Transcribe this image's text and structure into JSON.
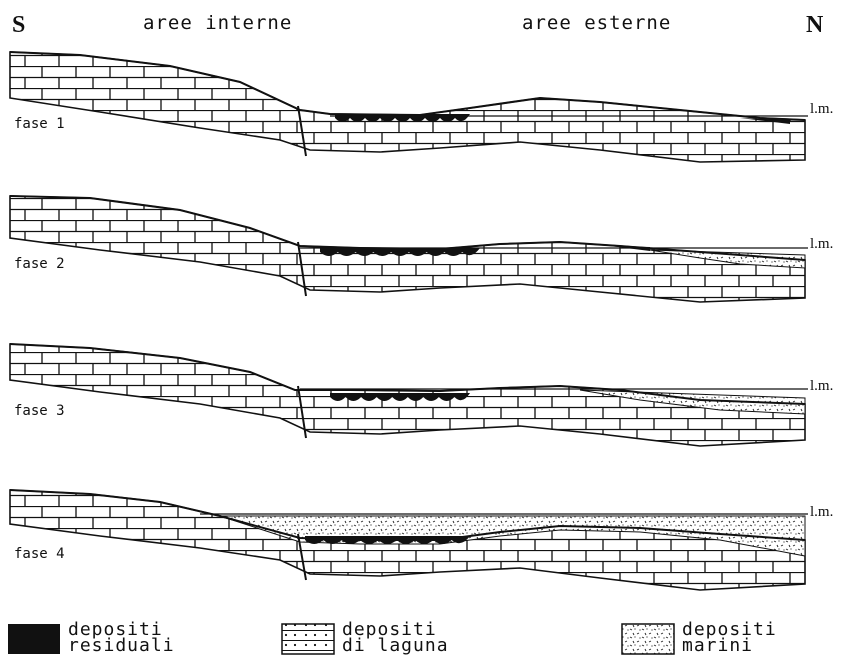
{
  "header": {
    "south": "S",
    "north": "N",
    "inner_areas": "aree interne",
    "outer_areas": "aree esterne"
  },
  "sea_level_label": "l.m.",
  "phases": [
    {
      "label": "fase 1",
      "sea_level_label": "l.m."
    },
    {
      "label": "fase 2",
      "sea_level_label": "l.m."
    },
    {
      "label": "fase 3",
      "sea_level_label": "l.m."
    },
    {
      "label": "fase 4",
      "sea_level_label": "l.m."
    }
  ],
  "legend": [
    {
      "line1": "depositi",
      "line2": "residuali",
      "pattern": "solid-black"
    },
    {
      "line1": "depositi",
      "line2": "di laguna",
      "pattern": "dotted-lines"
    },
    {
      "line1": "depositi",
      "line2": "marini",
      "pattern": "stipple"
    }
  ],
  "colors": {
    "ink": "#111111",
    "background": "#ffffff"
  }
}
